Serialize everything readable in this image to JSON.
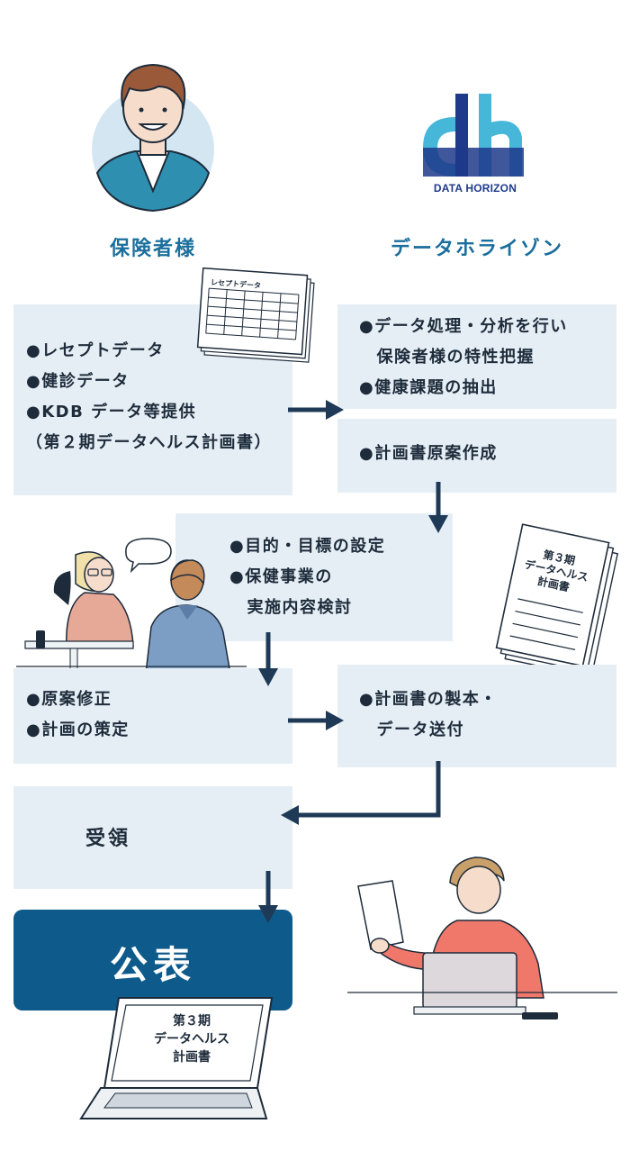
{
  "headings": {
    "insurer": "保険者様",
    "company": "データホライゾン"
  },
  "logo": {
    "text": "DATA HORIZON",
    "icon": "dh-logo-icon"
  },
  "spreadsheet": {
    "label": "レセプトデータ"
  },
  "boxes": {
    "provide": [
      "●レセプトデータ",
      "●健診データ",
      "●KDB データ等提供",
      "（第２期データヘルス計画書）"
    ],
    "analysis": [
      "●データ処理・分析を行い",
      "　保険者様の特性把握",
      "●健康課題の抽出"
    ],
    "draft": [
      "●計画書原案作成"
    ],
    "goals": [
      "●目的・目標の設定",
      "●保健事業の",
      "　実施内容検討"
    ],
    "revise": [
      "●原案修正",
      "●計画の策定"
    ],
    "bind": [
      "●計画書の製本・",
      "　データ送付"
    ],
    "receive": "受領",
    "publish": "公表"
  },
  "document": {
    "lines": [
      "第３期",
      "データヘルス",
      "計画書"
    ]
  },
  "laptop_doc": {
    "lines": [
      "第３期",
      "データヘルス",
      "計画書"
    ]
  },
  "colors": {
    "box": "#e6eef5",
    "arrow": "#1f3a57",
    "accent": "#0e5a8a",
    "heading": "#1b6f9d"
  }
}
